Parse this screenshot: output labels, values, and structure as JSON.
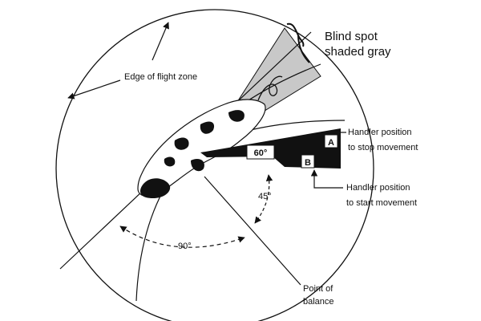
{
  "diagram": {
    "labels": {
      "edge_of_flight_zone": "Edge of flight zone",
      "blind_spot_line1": "Blind spot",
      "blind_spot_line2": "shaded gray",
      "handler_stop_line1": "Handler position",
      "handler_stop_line2": "to stop movement",
      "handler_start_line1": "Handler position",
      "handler_start_line2": "to start movement",
      "point_of_balance_line1": "Point of",
      "point_of_balance_line2": "balance"
    },
    "angles": {
      "wedge": "60°",
      "balance_offset": "45°",
      "right_angle": "90°"
    },
    "position_markers": {
      "stop": "A",
      "start": "B"
    },
    "colors": {
      "ink": "#111111",
      "blind_spot_fill": "#c8c8c8",
      "background": "#ffffff"
    }
  }
}
